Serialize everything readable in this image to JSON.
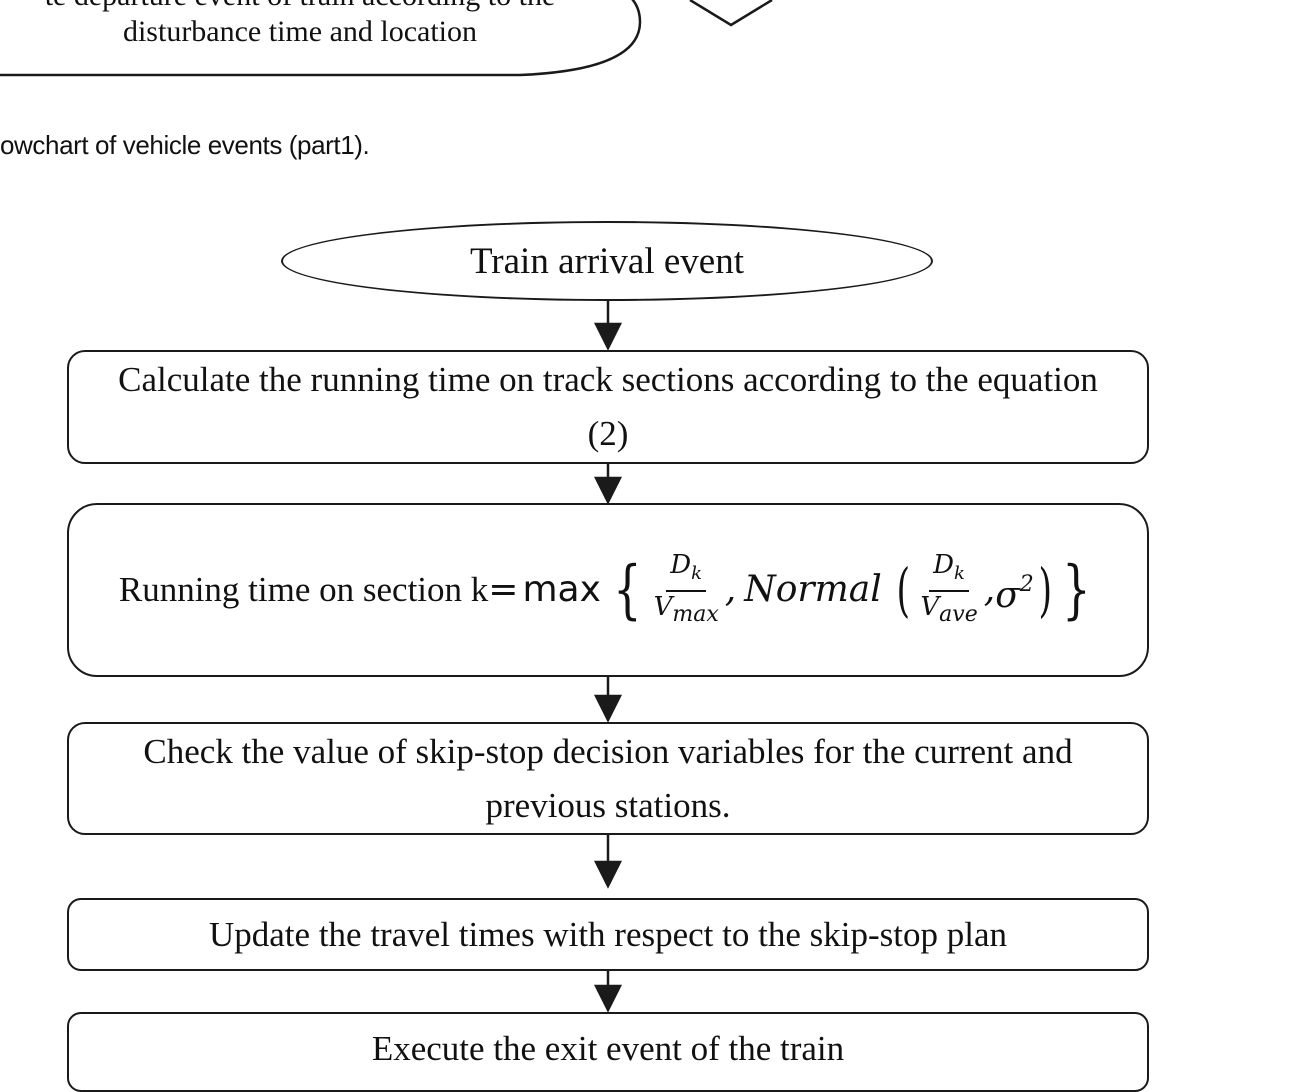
{
  "top": {
    "partial_text": "te departure event of train according to the",
    "line2": "disturbance time and location"
  },
  "caption": "owchart of vehicle events (part1).",
  "flowchart": {
    "start": "Train arrival event",
    "step1": "Calculate the running time on track sections according to the equation (2)",
    "step2_label": "Running time on section k",
    "formula": {
      "eq": "= ",
      "max": "max",
      "brace_open": "{",
      "frac1_num": "D",
      "frac1_num_sub": "k",
      "frac1_den": "V",
      "frac1_den_sub": "max",
      "comma1": ",",
      "normal": "Normal",
      "paren_open": "(",
      "frac2_num": "D",
      "frac2_num_sub": "k",
      "frac2_den": "V",
      "frac2_den_sub": "ave",
      "comma2": ",",
      "sigma": "σ",
      "sigma_sup": "2",
      "paren_close": ")",
      "brace_close": "}"
    },
    "step3": "Check the value of skip-stop decision variables for the current and previous stations.",
    "step4": "Update the travel times with respect to the skip-stop plan",
    "step5": "Execute the exit event of the train"
  }
}
